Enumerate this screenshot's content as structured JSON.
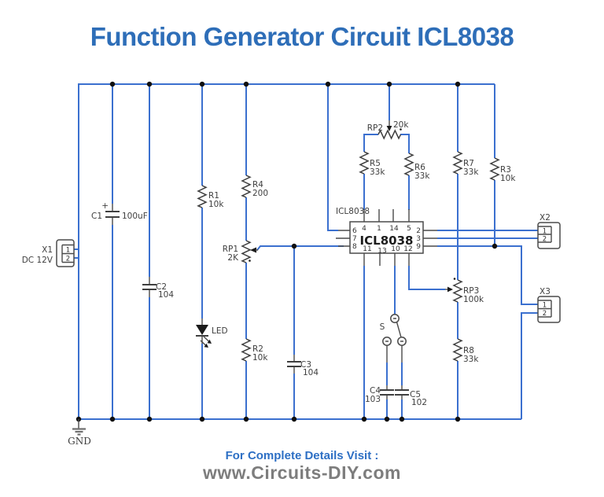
{
  "title": "Function Generator Circuit ICL8038",
  "footer": {
    "visit": "For Complete Details Visit :",
    "site": "www.Circuits-DIY.com"
  },
  "colors": {
    "wire_blue": "#3b70cf",
    "component_gray": "#3f3f3f",
    "title_blue": "#2e6eb8",
    "footer_blue": "#2d6fc4",
    "footer_gray": "#7d7d7d"
  },
  "components": {
    "x1": {
      "ref": "X1",
      "value": "DC 12V",
      "pins": [
        "1",
        "2"
      ]
    },
    "c1": {
      "ref": "C1",
      "value": "100uF",
      "polarity": "+"
    },
    "c2": {
      "ref": "C2",
      "value": "104"
    },
    "c3": {
      "ref": "C3",
      "value": "104"
    },
    "c4": {
      "ref": "C4",
      "value": "103"
    },
    "c5": {
      "ref": "C5",
      "value": "102"
    },
    "r1": {
      "ref": "R1",
      "value": "10k"
    },
    "r2": {
      "ref": "R2",
      "value": "10k"
    },
    "r3": {
      "ref": "R3",
      "value": "10k"
    },
    "r4": {
      "ref": "R4",
      "value": "200"
    },
    "r5": {
      "ref": "R5",
      "value": "33k"
    },
    "r6": {
      "ref": "R6",
      "value": "33k"
    },
    "r7": {
      "ref": "R7",
      "value": "33k"
    },
    "r8": {
      "ref": "R8",
      "value": "33k"
    },
    "rp1": {
      "ref": "RP1",
      "value": "2K"
    },
    "rp2": {
      "ref": "RP2",
      "value": "20k"
    },
    "rp3": {
      "ref": "RP3",
      "value": "100k"
    },
    "led": {
      "ref": "LED"
    },
    "sw": {
      "ref": "S"
    },
    "ic": {
      "label": "ICL8038",
      "name": "ICL8038",
      "pins_top": [
        "4",
        "1",
        "14",
        "5"
      ],
      "pins_left": [
        "6",
        "7",
        "8"
      ],
      "pins_right": [
        "2",
        "3",
        "9"
      ],
      "pins_bottom": [
        "11",
        "13",
        "10",
        "12"
      ]
    },
    "x2": {
      "ref": "X2",
      "pins": [
        "1",
        "2"
      ]
    },
    "x3": {
      "ref": "X3",
      "pins": [
        "1",
        "2"
      ]
    },
    "gnd": {
      "ref": "GND"
    }
  }
}
